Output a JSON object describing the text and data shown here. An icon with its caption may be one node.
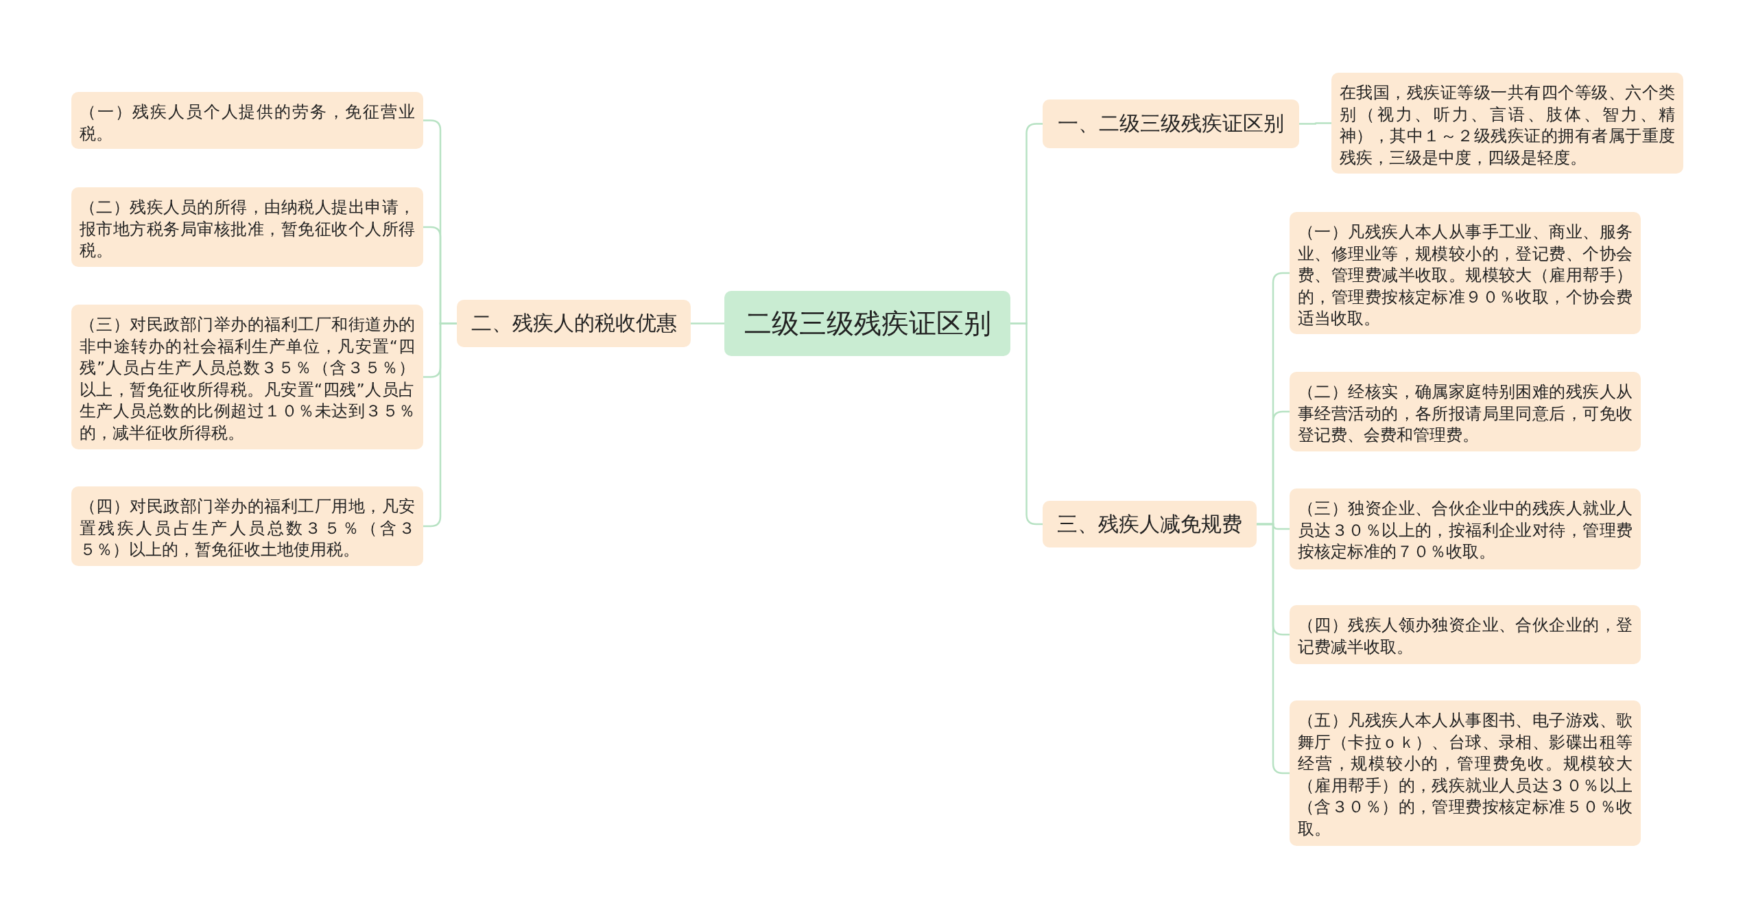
{
  "diagram": {
    "nodes": [
      {
        "text": [
          "二级三级残疾证区别"
        ]
      },
      {
        "text": [
          "二、残疾人的税收优惠"
        ]
      },
      {
        "text": [
          "（一）残疾人员个人提供的劳务，免征营业税。"
        ]
      },
      {
        "text": [
          "（二）残疾人员的所得，由纳税人提出申请，报市地方税务局审核批准，暂免征收个人所得税。"
        ]
      },
      {
        "text": [
          "（三）对民政部门举办的福利工厂和街道办的非中途转办的社会福利生产单位，凡安置“四残”人员占生产人员总数３５％（含３５％）以上，暂免征收所得税。凡安置“四残”人员占生产人员总数的比例超过１０％未达到３５％的，减半征收所得税。"
        ]
      },
      {
        "text": [
          "（四）对民政部门举办的福利工厂用地，凡安置残疾人员占生产人员总数３５％（含３５％）以上的，暂免征收土地使用税。"
        ]
      },
      {
        "text": [
          "一、二级三级残疾证区别"
        ]
      },
      {
        "text": [
          "在我国，残疾证等级一共有四个等级、六个类别（视力、听力、言语、肢体、智力、精神），其中１～２级残疾证的拥有者属于重度残疾，三级是中度，四级是轻度。"
        ]
      },
      {
        "text": [
          "三、残疾人减免规费"
        ]
      },
      {
        "text": [
          "（一）凡残疾人本人从事手工业、商业、服务业、修理业等，规模较小的，登记费、个协会费、管理费减半收取。规模较大（雇用帮手）的，管理费按核定标准９０％收取，个协会费适当收取。"
        ]
      },
      {
        "text": [
          "（二）经核实，确属家庭特别困难的残疾人从事经营活动的，各所报请局里同意后，可免收登记费、会费和管理费。"
        ]
      },
      {
        "text": [
          "（三）独资企业、合伙企业中的残疾人就业人员达３０％以上的，按福利企业对待，管理费按核定标准的７０％收取。"
        ]
      },
      {
        "text": [
          "（四）残疾人领办独资企业、合伙企业的，登记费减半收取。"
        ]
      },
      {
        "text": [
          "（五）凡残疾人本人从事图书、电子游戏、歌舞厅（卡拉ｏｋ）、台球、录相、影碟出租等经营，规模较小的，管理费免收。规模较大（雇用帮手）的，残疾就业人员达３０％以上（含３０％）的，管理费按核定标准５０％收取。"
        ]
      }
    ],
    "edges": [
      {
        "from": 0,
        "to": 1,
        "arrow": "none"
      },
      {
        "from": 1,
        "to": 2,
        "arrow": "none"
      },
      {
        "from": 1,
        "to": 3,
        "arrow": "none"
      },
      {
        "from": 1,
        "to": 4,
        "arrow": "none"
      },
      {
        "from": 1,
        "to": 5,
        "arrow": "none"
      },
      {
        "from": 0,
        "to": 6,
        "arrow": "none"
      },
      {
        "from": 6,
        "to": 7,
        "arrow": "none"
      },
      {
        "from": 0,
        "to": 8,
        "arrow": "none"
      },
      {
        "from": 8,
        "to": 9,
        "arrow": "none"
      },
      {
        "from": 8,
        "to": 10,
        "arrow": "none"
      },
      {
        "from": 8,
        "to": 11,
        "arrow": "none"
      },
      {
        "from": 8,
        "to": 12,
        "arrow": "none"
      },
      {
        "from": 8,
        "to": 13,
        "arrow": "none"
      }
    ]
  }
}
